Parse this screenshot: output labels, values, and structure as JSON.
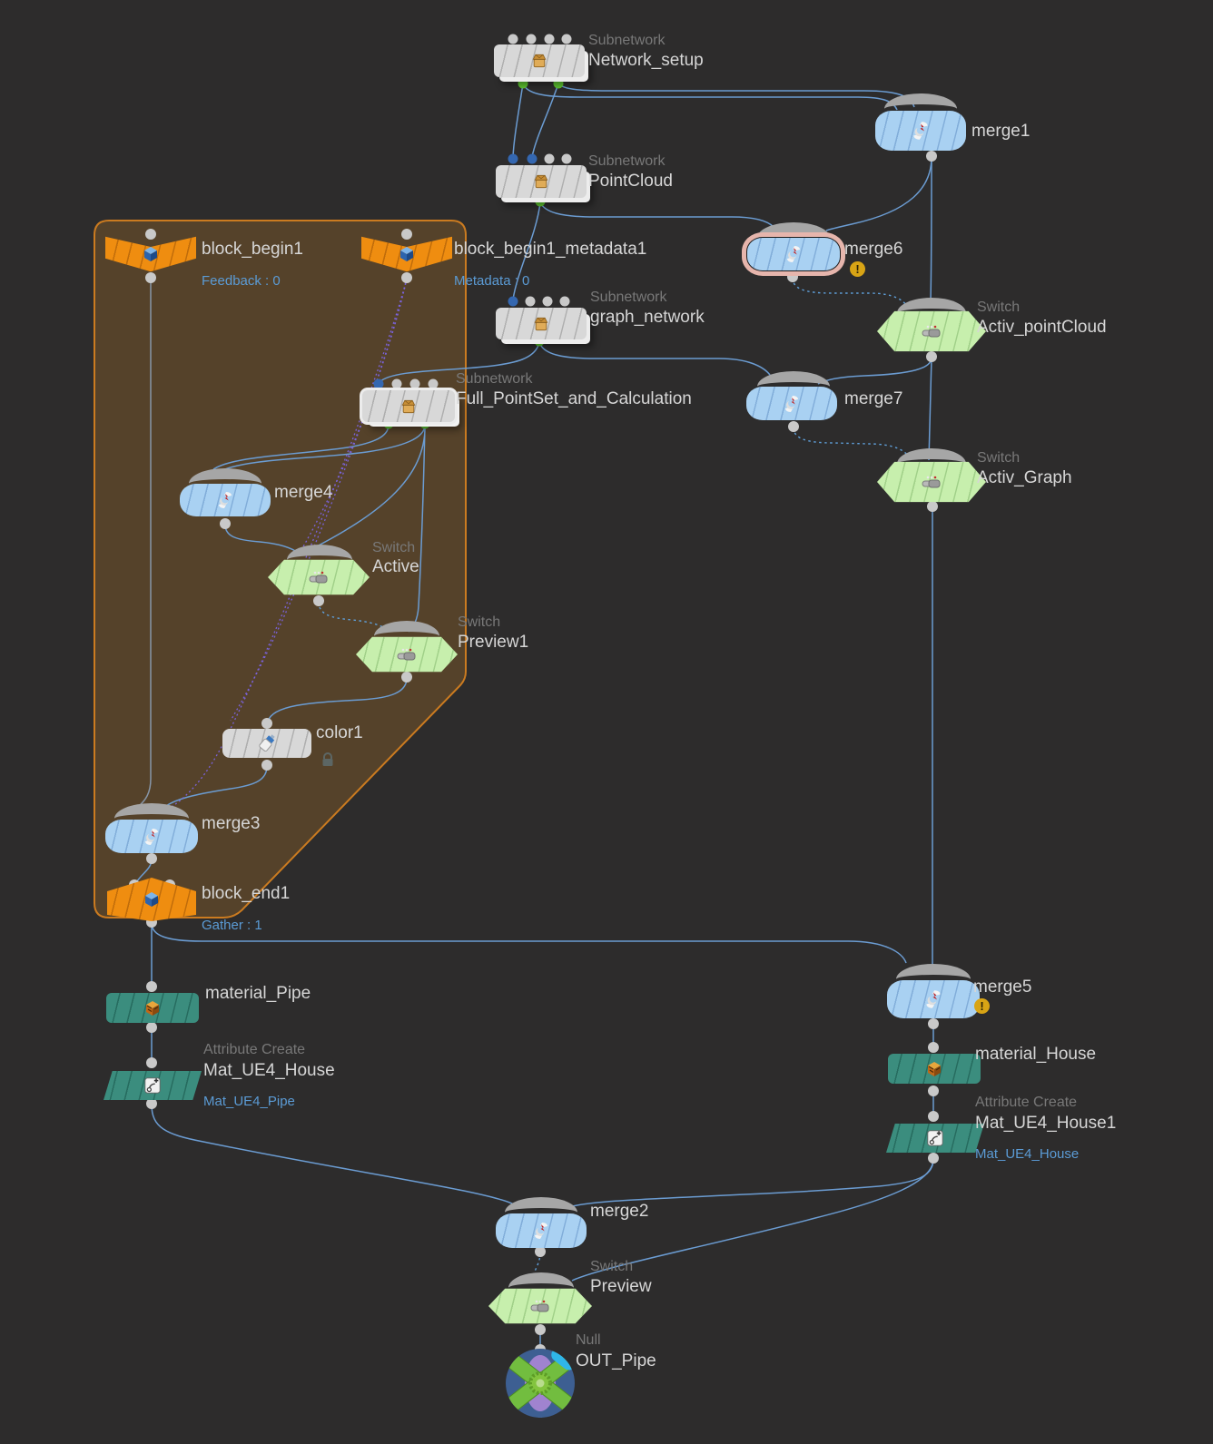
{
  "app": {
    "title": "network-editor"
  },
  "colors": {
    "background": "#2d2c2c",
    "region_fill": "#55422a",
    "region_border": "#cb7b20",
    "wire": "#6b9cd2",
    "wire_dependency": "#7a62d8",
    "subnet_node": "#d8d8d8",
    "merge_node": "#a9d1f2",
    "switch_node": "#c7efad",
    "block_node": "#ef8d10",
    "material_node": "#3b8d7e",
    "warning": "#d8a415"
  },
  "icons": {
    "warning_glyph": "!"
  },
  "nodes": [
    {
      "id": "network_setup",
      "type_label": "Subnetwork",
      "name": "Network_setup",
      "sublabel": ""
    },
    {
      "id": "pointcloud",
      "type_label": "Subnetwork",
      "name": "PointCloud",
      "sublabel": ""
    },
    {
      "id": "merge1",
      "type_label": "",
      "name": "merge1",
      "sublabel": ""
    },
    {
      "id": "merge6",
      "type_label": "",
      "name": "merge6",
      "sublabel": ""
    },
    {
      "id": "activ_pointcloud",
      "type_label": "Switch",
      "name": "Activ_pointCloud",
      "sublabel": ""
    },
    {
      "id": "graph_network",
      "type_label": "Subnetwork",
      "name": "graph_network",
      "sublabel": ""
    },
    {
      "id": "full_pointset",
      "type_label": "Subnetwork",
      "name": "Full_PointSet_and_Calculation",
      "sublabel": ""
    },
    {
      "id": "merge7",
      "type_label": "",
      "name": "merge7",
      "sublabel": ""
    },
    {
      "id": "activ_graph",
      "type_label": "Switch",
      "name": "Activ_Graph",
      "sublabel": ""
    },
    {
      "id": "block_begin1",
      "type_label": "",
      "name": "block_begin1",
      "sublabel": "Feedback : 0"
    },
    {
      "id": "block_begin1_metadata1",
      "type_label": "",
      "name": "block_begin1_metadata1",
      "sublabel": "Metadata : 0"
    },
    {
      "id": "merge4",
      "type_label": "",
      "name": "merge4",
      "sublabel": ""
    },
    {
      "id": "active",
      "type_label": "Switch",
      "name": "Active",
      "sublabel": ""
    },
    {
      "id": "preview1",
      "type_label": "Switch",
      "name": "Preview1",
      "sublabel": ""
    },
    {
      "id": "color1",
      "type_label": "",
      "name": "color1",
      "sublabel": ""
    },
    {
      "id": "merge3",
      "type_label": "",
      "name": "merge3",
      "sublabel": ""
    },
    {
      "id": "block_end1",
      "type_label": "",
      "name": "block_end1",
      "sublabel": "Gather : 1"
    },
    {
      "id": "material_pipe",
      "type_label": "",
      "name": "material_Pipe",
      "sublabel": ""
    },
    {
      "id": "mat_ue4_house",
      "type_label": "Attribute Create",
      "name": "Mat_UE4_House",
      "sublabel": "Mat_UE4_Pipe"
    },
    {
      "id": "merge5",
      "type_label": "",
      "name": "merge5",
      "sublabel": ""
    },
    {
      "id": "material_house",
      "type_label": "",
      "name": "material_House",
      "sublabel": ""
    },
    {
      "id": "mat_ue4_house1",
      "type_label": "Attribute Create",
      "name": "Mat_UE4_House1",
      "sublabel": "Mat_UE4_House"
    },
    {
      "id": "merge2",
      "type_label": "",
      "name": "merge2",
      "sublabel": ""
    },
    {
      "id": "preview",
      "type_label": "Switch",
      "name": "Preview",
      "sublabel": ""
    },
    {
      "id": "out_pipe",
      "type_label": "Null",
      "name": "OUT_Pipe",
      "sublabel": ""
    }
  ]
}
